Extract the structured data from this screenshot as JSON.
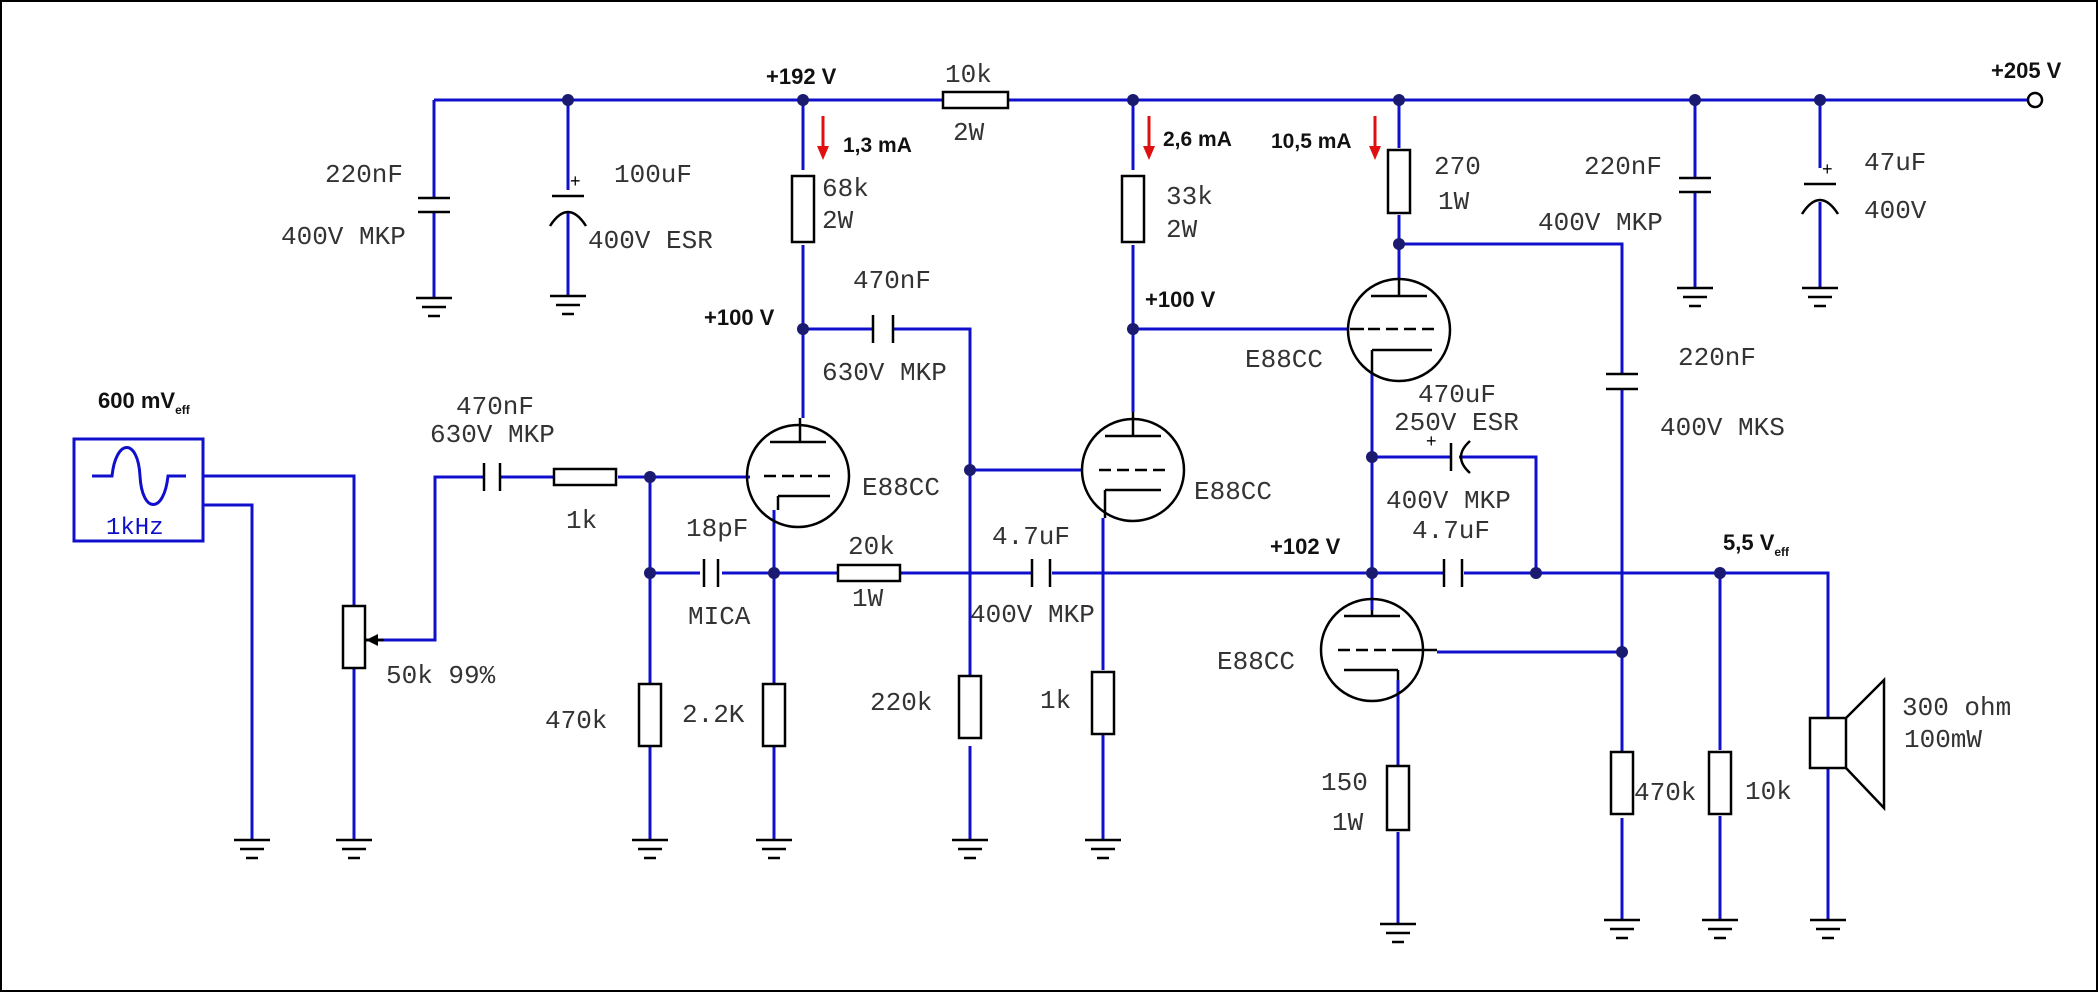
{
  "voltages": {
    "input": "600 mV",
    "input_sub": "eff",
    "b192": "+192 V",
    "b205": "+205 V",
    "v100a": "+100 V",
    "v100b": "+100 V",
    "v102": "+102 V",
    "output": "5,5 V",
    "output_sub": "eff"
  },
  "currents": {
    "i1": "1,3 mA",
    "i2": "2,6 mA",
    "i3": "10,5 mA"
  },
  "source": {
    "freq": "1kHz"
  },
  "components": {
    "c220_l": "220nF",
    "c220_l_type": "400V MKP",
    "c100": "100uF",
    "c100_type": "400V ESR",
    "r10k": "10k",
    "r10k_w": "2W",
    "r68k": "68k",
    "r68k_w": "2W",
    "r33k": "33k",
    "r33k_w": "2W",
    "r270": "270",
    "r270_w": "1W",
    "c220_r": "220nF",
    "c220_r_type": "400V MKP",
    "c47": "47uF",
    "c47_v": "400V",
    "cin": "470nF",
    "cin_type": "630V MKP",
    "c470_b": "470nF",
    "c470_b_type": "630V MKP",
    "r1k_in": "1k",
    "c18p": "18pF",
    "c18p_type": "MICA",
    "r20k": "20k",
    "r20k_w": "1W",
    "c4u7_a": "4.7uF",
    "c4u7_a_type": "400V MKP",
    "pot": "50k 99%",
    "r470k_a": "470k",
    "r2k2": "2.2K",
    "r220k": "220k",
    "r1k_k": "1k",
    "c470u": "470uF",
    "c470u_type": "250V ESR",
    "c4u7_b_type": "400V MKP",
    "c4u7_b": "4.7uF",
    "c220_mks": "220nF",
    "c220_mks_type": "400V MKS",
    "r150": "150",
    "r150_w": "1W",
    "r470k_b": "470k",
    "r10k_out": "10k",
    "spk": "300 ohm",
    "spk_p": "100mW"
  },
  "tubes": {
    "v1": "E88CC",
    "v2": "E88CC",
    "v3": "E88CC",
    "v4": "E88CC"
  }
}
